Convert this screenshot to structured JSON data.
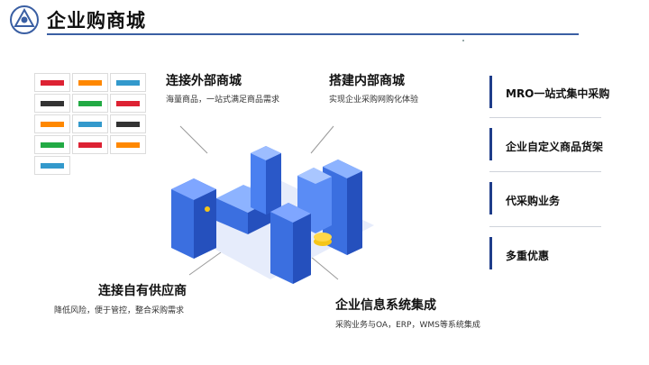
{
  "header": {
    "title": "企业购商城"
  },
  "brand_logos": [
    "brand-1",
    "brand-2",
    "brand-3",
    "brand-4",
    "brand-5",
    "brand-6",
    "brand-7",
    "brand-8",
    "brand-9",
    "brand-10",
    "brand-11",
    "brand-12",
    "brand-13"
  ],
  "features": {
    "external": {
      "title": "连接外部商城",
      "desc": "海量商品，一站式满足商品需求"
    },
    "internal": {
      "title": "搭建内部商城",
      "desc": "实现企业采购网购化体验"
    },
    "supplier": {
      "title": "连接自有供应商",
      "desc": "降低风险，便于管控，整合采购需求"
    },
    "integration": {
      "title": "企业信息系统集成",
      "desc": "采购业务与OA，ERP，WMS等系统集成"
    }
  },
  "right_panel": {
    "items": [
      {
        "label": "MRO一站式集中采购"
      },
      {
        "label": "企业自定义商品货架"
      },
      {
        "label": "代采购业务"
      },
      {
        "label": "多重优惠"
      }
    ]
  },
  "colors": {
    "accent": "#1f3d8a",
    "rule": "#3a5fa3",
    "building": "#3b6fe0"
  }
}
